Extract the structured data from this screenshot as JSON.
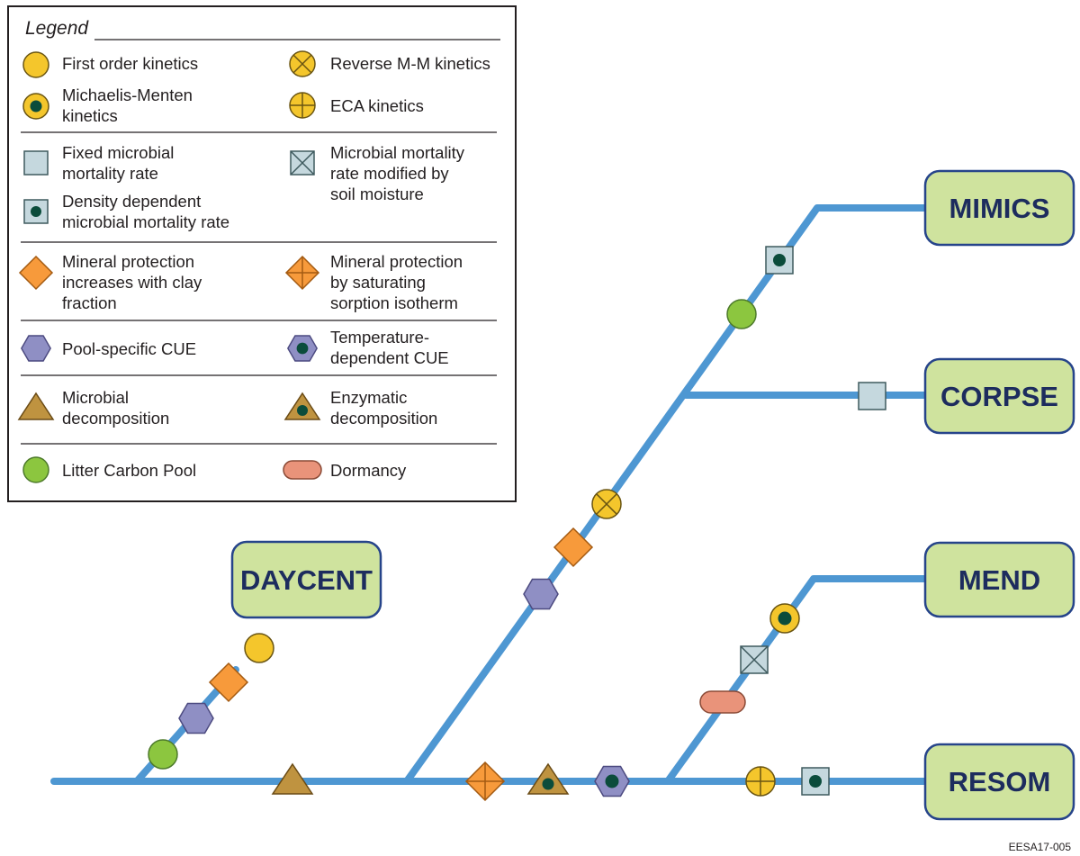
{
  "colors": {
    "line": "#4e97d2",
    "model_box_fill": "#cfe39e",
    "model_box_stroke": "#26448a",
    "yellow": "#f4c62c",
    "dark_green": "#0b4c3b",
    "orange": "#f79a3b",
    "purple": "#8f8fc4",
    "brown": "#bf9340",
    "light_green": "#8cc63f",
    "salmon": "#e9937a",
    "gray_blue": "#c5d8de"
  },
  "legend": {
    "title": "Legend",
    "items": [
      {
        "symbol": "yellow-circle-icon",
        "text": "First order kinetics"
      },
      {
        "symbol": "yellow-circle-x-icon",
        "text": "Reverse M-M kinetics"
      },
      {
        "symbol": "yellow-circle-dot-icon",
        "text": "Michaelis-Menten kinetics"
      },
      {
        "symbol": "yellow-circle-plus-icon",
        "text": "ECA kinetics"
      },
      {
        "symbol": "gray-square-icon",
        "text": "Fixed microbial mortality rate"
      },
      {
        "symbol": "gray-square-x-icon",
        "text": "Microbial mortality rate modified by soil moisture"
      },
      {
        "symbol": "gray-square-dot-icon",
        "text": "Density dependent microbial mortality rate"
      },
      {
        "symbol": "orange-diamond-icon",
        "text": "Mineral protection increases with clay fraction"
      },
      {
        "symbol": "orange-diamond-plus-icon",
        "text": "Mineral protection by saturating sorption isotherm"
      },
      {
        "symbol": "purple-hexagon-icon",
        "text": "Pool-specific CUE"
      },
      {
        "symbol": "purple-hexagon-dot-icon",
        "text": "Temperature-dependent CUE"
      },
      {
        "symbol": "brown-triangle-icon",
        "text": "Microbial decomposition"
      },
      {
        "symbol": "brown-triangle-dot-icon",
        "text": "Enzymatic decomposition"
      },
      {
        "symbol": "green-circle-icon",
        "text": "Litter Carbon Pool"
      },
      {
        "symbol": "salmon-pill-icon",
        "text": "Dormancy"
      }
    ]
  },
  "models": {
    "daycent": "DAYCENT",
    "mimics": "MIMICS",
    "corpse": "CORPSE",
    "mend": "MEND",
    "resom": "RESOM"
  },
  "credit": "EESA17-005"
}
